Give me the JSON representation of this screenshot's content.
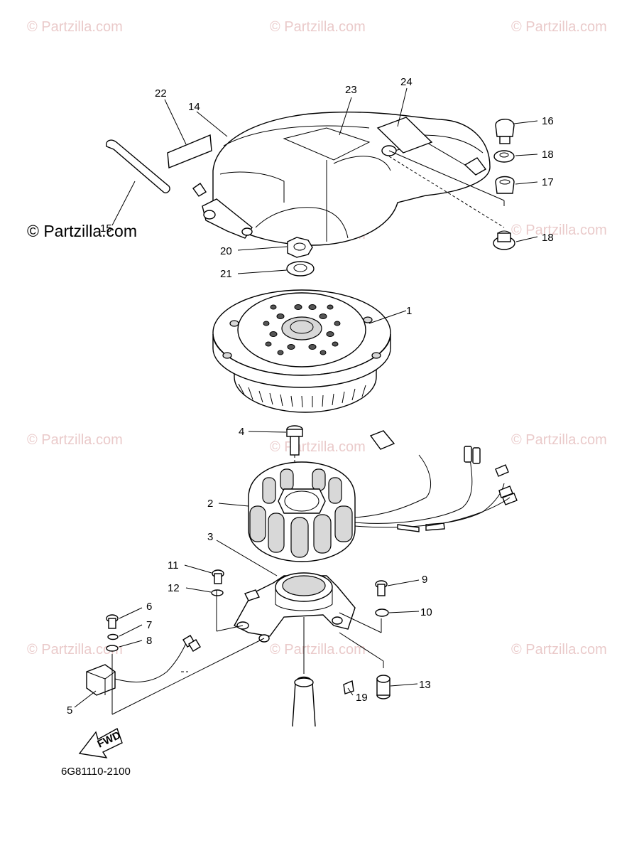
{
  "diagram": {
    "drawing_code": "6G81110-2100",
    "fwd_label": "FWD",
    "watermark_main": "© Partzilla.com",
    "watermark_faint": "© Partzilla.com",
    "callouts": [
      "1",
      "2",
      "3",
      "4",
      "5",
      "6",
      "7",
      "8",
      "9",
      "10",
      "11",
      "12",
      "13",
      "14",
      "15",
      "16",
      "17",
      "18",
      "18",
      "19",
      "20",
      "21",
      "22",
      "23",
      "24"
    ]
  }
}
